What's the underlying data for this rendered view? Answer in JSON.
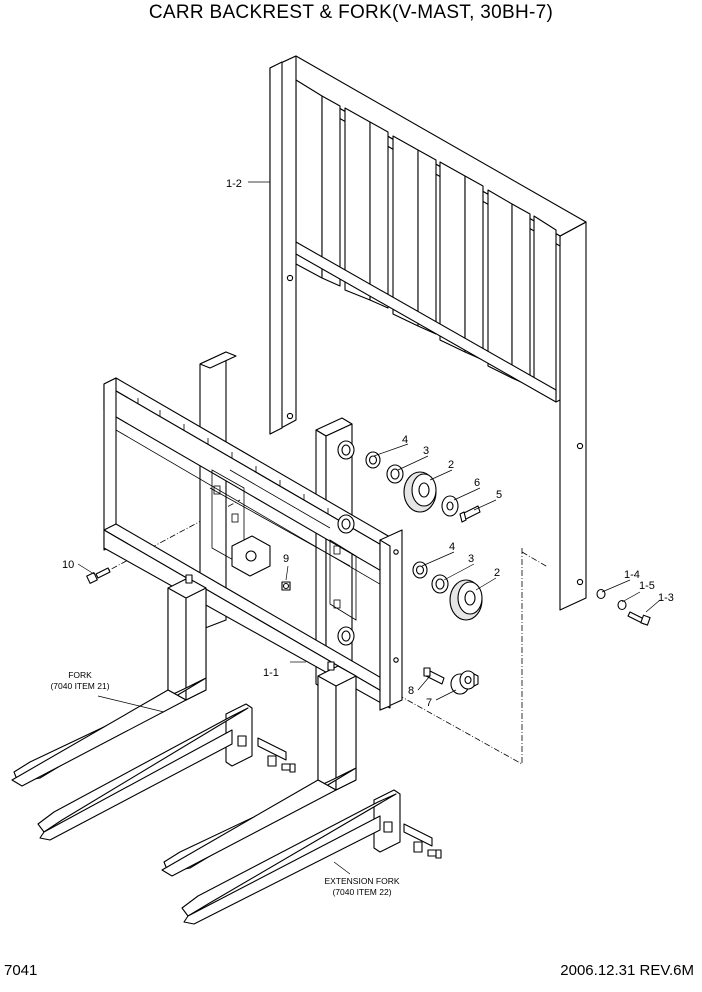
{
  "title": "CARR BACKREST & FORK(V-MAST, 30BH-7)",
  "footer": {
    "page": "7041",
    "revision": "2006.12.31  REV.6M"
  },
  "callouts": {
    "c1_2": "1-2",
    "c1_1": "1-1",
    "c1_3": "1-3",
    "c1_4": "1-4",
    "c1_5": "1-5",
    "c2a": "2",
    "c2b": "2",
    "c3a": "3",
    "c3b": "3",
    "c4a": "4",
    "c4b": "4",
    "c5": "5",
    "c6": "6",
    "c7": "7",
    "c8": "8",
    "c9": "9",
    "c10": "10"
  },
  "notes": {
    "fork_l1": "FORK",
    "fork_l2": "(7040 ITEM 21)",
    "ext_l1": "EXTENSION FORK",
    "ext_l2": "(7040 ITEM 22)"
  }
}
